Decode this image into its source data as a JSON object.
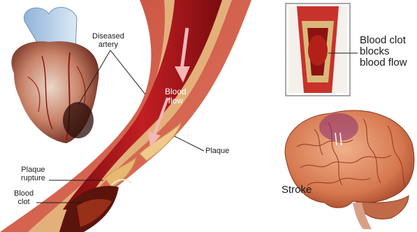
{
  "left_panel": {
    "labels": {
      "diseased_artery": "Diseased\nartery",
      "blood_flow": "Blood\nflow",
      "plaque": "Plaque",
      "plaque_rupture": "Plaque\nrupture",
      "blood_clot": "Blood\nclot"
    }
  },
  "right_panel": {
    "labels": {
      "clot_blocks": "Blood clot\nblocks\nblood flow",
      "stroke": "Stroke"
    }
  }
}
